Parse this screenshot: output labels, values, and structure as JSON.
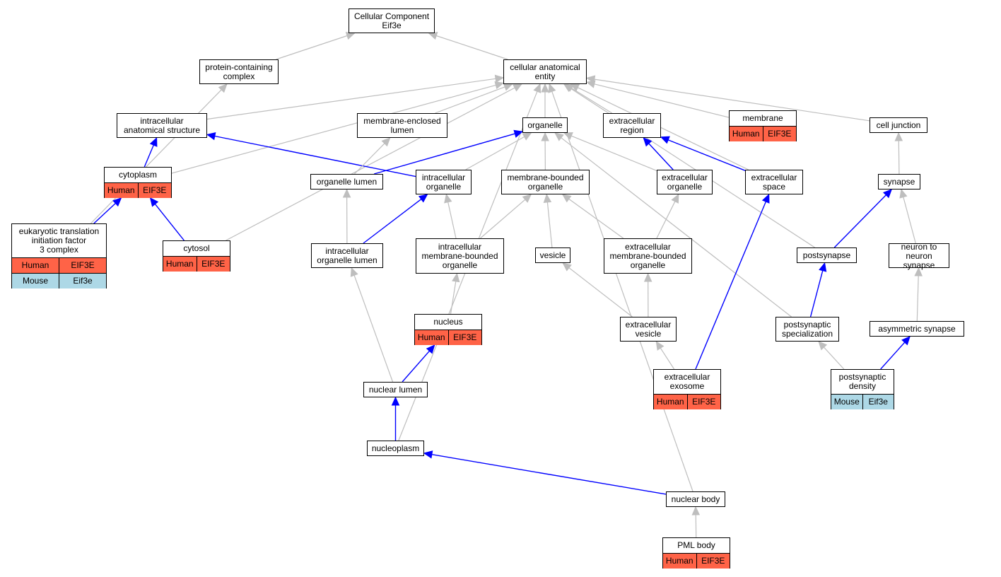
{
  "colors": {
    "human": "#ff6347",
    "mouse": "#add8e6",
    "is_a_edge": "#bebebe",
    "part_of_edge": "#0000ff",
    "node_border": "#000000"
  },
  "nodes": [
    {
      "id": "root",
      "label": "Cellular Component\nEif3e",
      "rows": []
    },
    {
      "id": "pcc",
      "label": "protein-containing\ncomplex",
      "rows": []
    },
    {
      "id": "cae",
      "label": "cellular anatomical\nentity",
      "rows": []
    },
    {
      "id": "ias",
      "label": "intracellular\nanatomical structure",
      "rows": []
    },
    {
      "id": "mel",
      "label": "membrane-enclosed\nlumen",
      "rows": []
    },
    {
      "id": "organelle",
      "label": "organelle",
      "rows": []
    },
    {
      "id": "ecr",
      "label": "extracellular\nregion",
      "rows": []
    },
    {
      "id": "membrane",
      "label": "membrane",
      "rows": [
        {
          "species": "Human",
          "gene": "EIF3E"
        }
      ]
    },
    {
      "id": "cj",
      "label": "cell junction",
      "rows": []
    },
    {
      "id": "cytoplasm",
      "label": "cytoplasm",
      "rows": [
        {
          "species": "Human",
          "gene": "EIF3E"
        }
      ]
    },
    {
      "id": "ol",
      "label": "organelle lumen",
      "rows": []
    },
    {
      "id": "io",
      "label": "intracellular\norganelle",
      "rows": []
    },
    {
      "id": "mbo",
      "label": "membrane-bounded\norganelle",
      "rows": []
    },
    {
      "id": "eco",
      "label": "extracellular\norganelle",
      "rows": []
    },
    {
      "id": "ecs",
      "label": "extracellular\nspace",
      "rows": []
    },
    {
      "id": "synapse",
      "label": "synapse",
      "rows": []
    },
    {
      "id": "eif3",
      "label": "eukaryotic translation\ninitiation factor\n3 complex",
      "rows": [
        {
          "species": "Human",
          "gene": "EIF3E"
        },
        {
          "species": "Mouse",
          "gene": "Eif3e"
        }
      ]
    },
    {
      "id": "cytosol",
      "label": "cytosol",
      "rows": [
        {
          "species": "Human",
          "gene": "EIF3E"
        }
      ]
    },
    {
      "id": "iol",
      "label": "intracellular\norganelle lumen",
      "rows": []
    },
    {
      "id": "imbo",
      "label": "intracellular\nmembrane-bounded\norganelle",
      "rows": []
    },
    {
      "id": "vesicle",
      "label": "vesicle",
      "rows": []
    },
    {
      "id": "embo",
      "label": "extracellular\nmembrane-bounded\norganelle",
      "rows": []
    },
    {
      "id": "postsynapse",
      "label": "postsynapse",
      "rows": []
    },
    {
      "id": "nns",
      "label": "neuron to neuron\nsynapse",
      "rows": []
    },
    {
      "id": "nucleus",
      "label": "nucleus",
      "rows": [
        {
          "species": "Human",
          "gene": "EIF3E"
        }
      ]
    },
    {
      "id": "ev",
      "label": "extracellular\nvesicle",
      "rows": []
    },
    {
      "id": "pss",
      "label": "postsynaptic\nspecialization",
      "rows": []
    },
    {
      "id": "asyn",
      "label": "asymmetric synapse",
      "rows": []
    },
    {
      "id": "nl",
      "label": "nuclear lumen",
      "rows": []
    },
    {
      "id": "exo",
      "label": "extracellular\nexosome",
      "rows": [
        {
          "species": "Human",
          "gene": "EIF3E"
        }
      ]
    },
    {
      "id": "psd",
      "label": "postsynaptic\ndensity",
      "rows": [
        {
          "species": "Mouse",
          "gene": "Eif3e"
        }
      ]
    },
    {
      "id": "np",
      "label": "nucleoplasm",
      "rows": []
    },
    {
      "id": "nb",
      "label": "nuclear body",
      "rows": []
    },
    {
      "id": "pml",
      "label": "PML body",
      "rows": [
        {
          "species": "Human",
          "gene": "EIF3E"
        }
      ]
    }
  ],
  "edges": [
    {
      "from": "pcc",
      "to": "root",
      "type": "is_a"
    },
    {
      "from": "cae",
      "to": "root",
      "type": "is_a"
    },
    {
      "from": "eif3",
      "to": "pcc",
      "type": "is_a"
    },
    {
      "from": "ias",
      "to": "cae",
      "type": "is_a"
    },
    {
      "from": "mel",
      "to": "cae",
      "type": "is_a"
    },
    {
      "from": "organelle",
      "to": "cae",
      "type": "is_a"
    },
    {
      "from": "ecr",
      "to": "cae",
      "type": "is_a"
    },
    {
      "from": "membrane",
      "to": "cae",
      "type": "is_a"
    },
    {
      "from": "cj",
      "to": "cae",
      "type": "is_a"
    },
    {
      "from": "cytoplasm",
      "to": "cae",
      "type": "is_a"
    },
    {
      "from": "cytosol",
      "to": "cae",
      "type": "is_a"
    },
    {
      "from": "np",
      "to": "cae",
      "type": "is_a"
    },
    {
      "from": "nb",
      "to": "cae",
      "type": "is_a"
    },
    {
      "from": "ecs",
      "to": "cae",
      "type": "is_a"
    },
    {
      "from": "postsynapse",
      "to": "cae",
      "type": "is_a"
    },
    {
      "from": "cytoplasm",
      "to": "ias",
      "type": "part_of"
    },
    {
      "from": "io",
      "to": "ias",
      "type": "part_of"
    },
    {
      "from": "eif3",
      "to": "cytoplasm",
      "type": "part_of"
    },
    {
      "from": "cytosol",
      "to": "cytoplasm",
      "type": "part_of"
    },
    {
      "from": "ol",
      "to": "mel",
      "type": "is_a"
    },
    {
      "from": "ol",
      "to": "organelle",
      "type": "part_of"
    },
    {
      "from": "io",
      "to": "organelle",
      "type": "is_a"
    },
    {
      "from": "mbo",
      "to": "organelle",
      "type": "is_a"
    },
    {
      "from": "eco",
      "to": "organelle",
      "type": "is_a"
    },
    {
      "from": "pss",
      "to": "organelle",
      "type": "is_a"
    },
    {
      "from": "eco",
      "to": "ecr",
      "type": "part_of"
    },
    {
      "from": "ecs",
      "to": "ecr",
      "type": "part_of"
    },
    {
      "from": "synapse",
      "to": "cj",
      "type": "is_a"
    },
    {
      "from": "iol",
      "to": "ol",
      "type": "is_a"
    },
    {
      "from": "iol",
      "to": "io",
      "type": "part_of"
    },
    {
      "from": "imbo",
      "to": "io",
      "type": "is_a"
    },
    {
      "from": "imbo",
      "to": "mbo",
      "type": "is_a"
    },
    {
      "from": "vesicle",
      "to": "mbo",
      "type": "is_a"
    },
    {
      "from": "embo",
      "to": "mbo",
      "type": "is_a"
    },
    {
      "from": "embo",
      "to": "eco",
      "type": "is_a"
    },
    {
      "from": "exo",
      "to": "ecs",
      "type": "part_of"
    },
    {
      "from": "postsynapse",
      "to": "synapse",
      "type": "part_of"
    },
    {
      "from": "nns",
      "to": "synapse",
      "type": "is_a"
    },
    {
      "from": "nl",
      "to": "iol",
      "type": "is_a"
    },
    {
      "from": "nucleus",
      "to": "imbo",
      "type": "is_a"
    },
    {
      "from": "ev",
      "to": "vesicle",
      "type": "is_a"
    },
    {
      "from": "ev",
      "to": "embo",
      "type": "is_a"
    },
    {
      "from": "pss",
      "to": "postsynapse",
      "type": "part_of"
    },
    {
      "from": "asyn",
      "to": "nns",
      "type": "is_a"
    },
    {
      "from": "nl",
      "to": "nucleus",
      "type": "part_of"
    },
    {
      "from": "exo",
      "to": "ev",
      "type": "is_a"
    },
    {
      "from": "psd",
      "to": "pss",
      "type": "is_a"
    },
    {
      "from": "psd",
      "to": "asyn",
      "type": "part_of"
    },
    {
      "from": "np",
      "to": "nl",
      "type": "part_of"
    },
    {
      "from": "nb",
      "to": "np",
      "type": "part_of"
    },
    {
      "from": "pml",
      "to": "nb",
      "type": "is_a"
    }
  ]
}
